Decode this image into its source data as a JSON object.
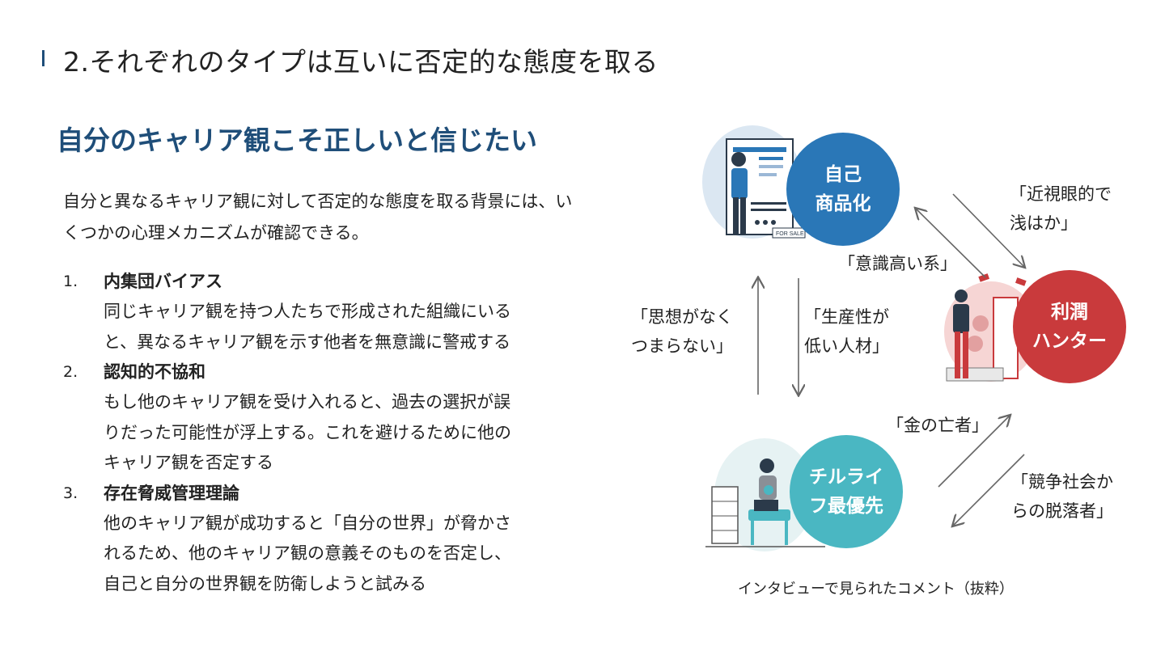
{
  "page_title": "2.それぞれのタイプは互いに否定的な態度を取る",
  "subtitle": "自分のキャリア観こそ正しいと信じたい",
  "intro": "自分と異なるキャリア観に対して否定的な態度を取る背景には、いくつかの心理メカニズムが確認できる。",
  "items": [
    {
      "num": "1.",
      "head": "内集団バイアス",
      "body": "同じキャリア観を持つ人たちで形成された組織にいる\nと、異なるキャリア観を示す他者を無意識に警戒する"
    },
    {
      "num": "2.",
      "head": "認知的不協和",
      "body": "もし他のキャリア観を受け入れると、過去の選択が誤\nりだった可能性が浮上する。これを避けるために他の\nキャリア観を否定する"
    },
    {
      "num": "3.",
      "head": "存在脅威管理理論",
      "body": "他のキャリア観が成功すると「自分の世界」が脅かさ\nれるため、他のキャリア観の意義そのものを否定し、\n自己と自分の世界観を防衛しようと試みる"
    }
  ],
  "diagram": {
    "nodes": {
      "jiko": "自己\n商品化",
      "rijun": "利潤\nハンター",
      "chill": "チルライ\nフ最優先"
    },
    "labels": {
      "kinshi": "「近視眼的で\n浅はか」",
      "ishiki": "「意識高い系」",
      "shiso": "「思想がなく\nつまらない」",
      "seisan": "「生産性が\n低い人材」",
      "kane": "「金の亡者」",
      "kyoso": "「競争社会か\nらの脱落者」"
    },
    "caption": "インタビューで見られたコメント（抜粋）",
    "illustration_text": "FOR SALE"
  },
  "colors": {
    "jiko": "#2a77b7",
    "rijun": "#c93a3c",
    "chill": "#4ab7c2",
    "heading": "#1f4e79"
  }
}
